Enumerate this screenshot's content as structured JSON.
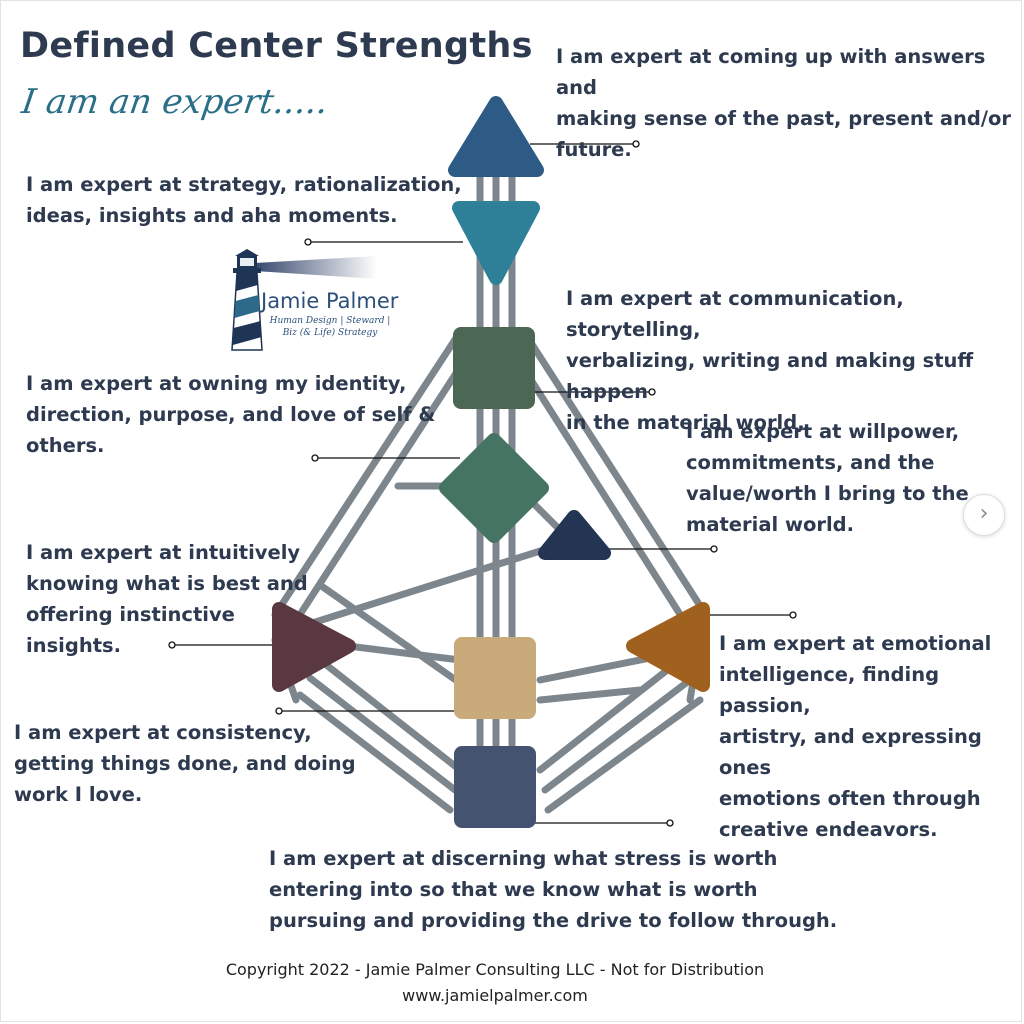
{
  "title": "Defined Center Strengths",
  "subtitle": "I am an expert.....",
  "logo": {
    "name": "Jamie Palmer",
    "tagline": "Human Design | Steward |\nBiz (& Life) Strategy"
  },
  "centers": [
    {
      "id": "head",
      "text": "I  am expert at coming up with answers and\nmaking sense of the past, present and/or\nfuture.",
      "color": "#2d5b86"
    },
    {
      "id": "ajna",
      "text": "I am expert at strategy, rationalization,\nideas, insights and aha moments.",
      "color": "#2e8099"
    },
    {
      "id": "throat",
      "text": "I am expert at communication, storytelling,\nverbalizing, writing and making stuff happen\nin the material world,",
      "color": "#4c6753"
    },
    {
      "id": "g",
      "text": "I am expert at owning my identity,\ndirection, purpose, and love of self &\nothers.",
      "color": "#457462"
    },
    {
      "id": "heart",
      "text": "I am expert at willpower,\ncommitments, and the\nvalue/worth I bring to the\nmaterial world.",
      "color": "#243453"
    },
    {
      "id": "spleen",
      "text": "I am expert at intuitively\nknowing what is best and\noffering  instinctive\ninsights.",
      "color": "#5a3840"
    },
    {
      "id": "solar-plexus",
      "text": "I am expert at emotional\nintelligence, finding passion,\nartistry, and expressing ones\nemotions often through\ncreative endeavors.",
      "color": "#a0611e"
    },
    {
      "id": "sacral",
      "text": "I am expert at consistency,\ngetting things done, and doing\nwork I love.",
      "color": "#c9aa7b"
    },
    {
      "id": "root",
      "text": "I am expert at discerning what stress is worth\nentering into so that  we know what is worth\npursuing and providing the drive to follow through.",
      "color": "#445370"
    }
  ],
  "channel_color": "#7d868c",
  "copyright": "Copyright 2022 - Jamie Palmer Consulting LLC - Not for Distribution",
  "website": "www.jamielpalmer.com",
  "next_icon": "chevron-right-icon"
}
